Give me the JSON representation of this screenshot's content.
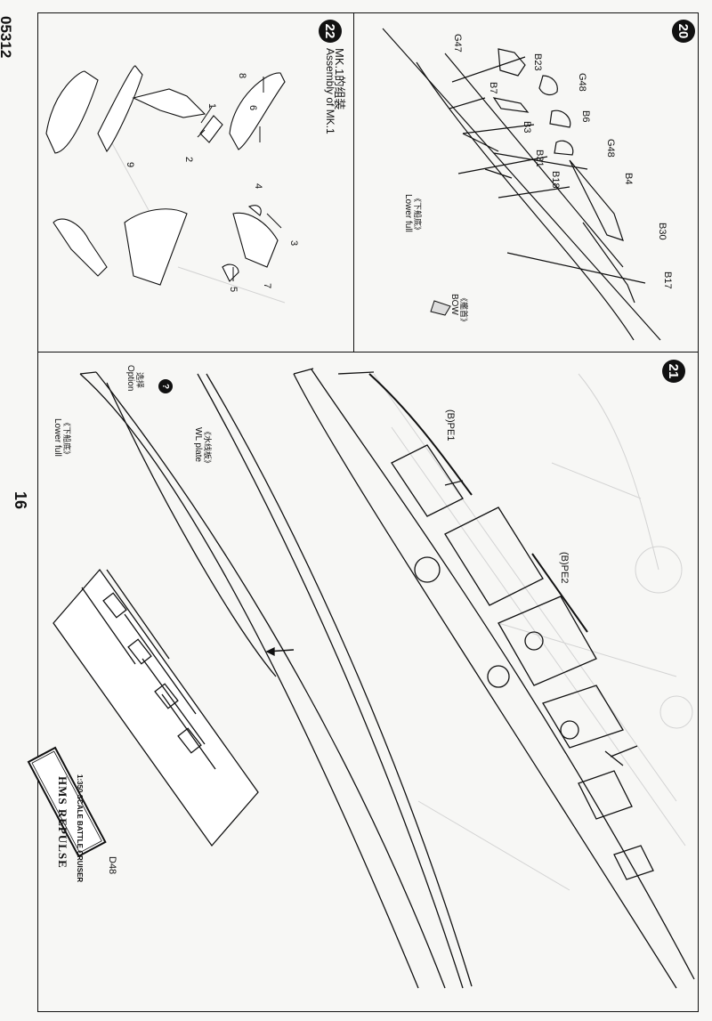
{
  "page": {
    "catalog_number": "05312",
    "page_number": "16"
  },
  "step20": {
    "number": "20",
    "parts": [
      "G47",
      "B23",
      "B7",
      "G48",
      "B6",
      "B3",
      "G48",
      "B31",
      "B4",
      "B18",
      "B30",
      "B17"
    ],
    "lower_hull_cn": "《下船底》",
    "lower_hull_en": "Lower full",
    "bow_cn": "《艦首》",
    "bow_en": "BOW"
  },
  "step22": {
    "number": "22",
    "title_cn": "MK.1的组装",
    "title_en": "Assembly of MK.1",
    "callouts": [
      "1",
      "2",
      "3",
      "4",
      "5",
      "6",
      "7",
      "8",
      "9"
    ]
  },
  "step21": {
    "number": "21",
    "pe1": "(B)PE1",
    "pe2": "(B)PE2",
    "option_icon": "?",
    "option_cn": "选择",
    "option_en": "Option",
    "wl_plate_cn": "《水线板》",
    "wl_plate_en": "WL plate",
    "lower_hull_cn": "《下船底》",
    "lower_hull_en": "Lower full",
    "stand_part": "D48",
    "nameplate_line1": "1:350 SCALE BATTLE CRUISER",
    "nameplate_line2": "HMS REPULSE"
  },
  "colors": {
    "ink": "#111111",
    "paper": "#f7f7f5",
    "ghost": "#cfcfcf"
  }
}
